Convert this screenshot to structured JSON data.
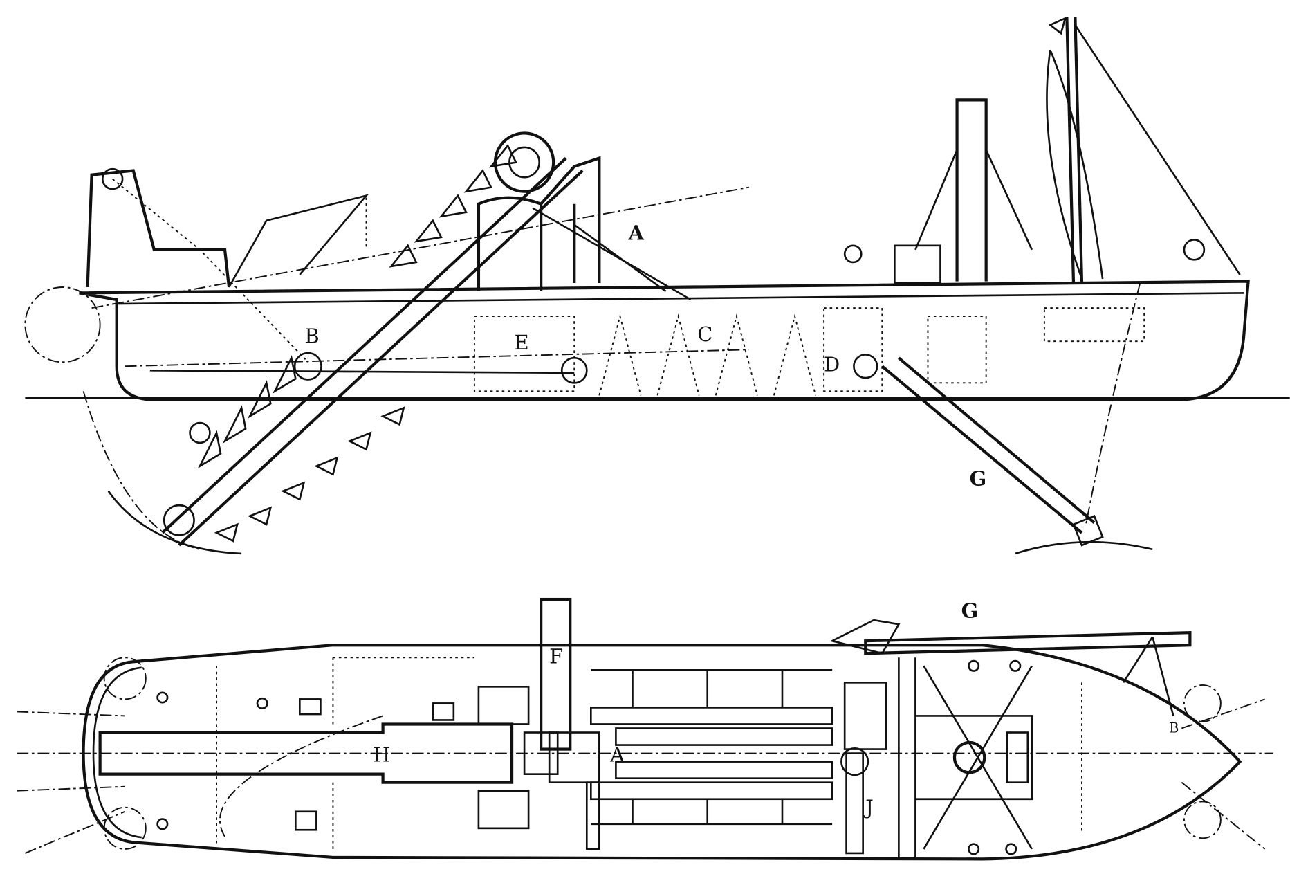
{
  "side_elevation": {
    "labels": {
      "A": "A",
      "B": "B",
      "C": "C",
      "D": "D",
      "E": "E",
      "G": "G"
    }
  },
  "plan_view": {
    "labels": {
      "F": "F",
      "G": "G",
      "H": "H",
      "A": "A",
      "J": "J",
      "B": "B"
    }
  }
}
